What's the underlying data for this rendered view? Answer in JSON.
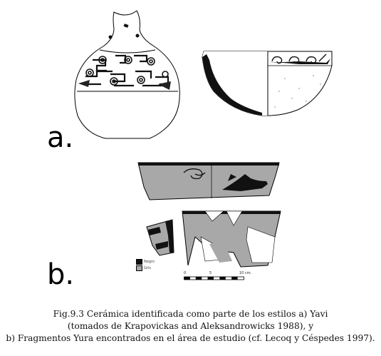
{
  "panel_labels": {
    "a": "a.",
    "b": "b."
  },
  "legend": [
    {
      "color": "#111111",
      "text": "Negro"
    },
    {
      "color": "#a8a8a8",
      "text": "Gris"
    }
  ],
  "scale_bar": {
    "start": "0",
    "middle": "5",
    "end": "10 cm."
  },
  "caption": {
    "line1": "Fig.9.3  Cerámica identificada como parte de los estilos a) Yavi",
    "line2": "(tomados de Krapovickas and Aleksandrowicks 1988), y",
    "line3": "b) Fragmentos Yura encontrados en el área de estudio (cf. Lecoq y Céspedes 1997)."
  }
}
